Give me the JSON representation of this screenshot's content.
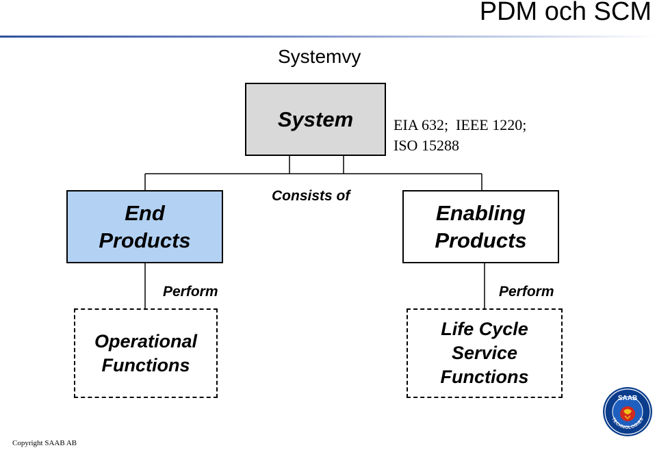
{
  "slide": {
    "title": "PDM och SCM",
    "subtitle": "Systemvy",
    "copyright": "Copyright SAAB AB"
  },
  "diagram": {
    "system": "System",
    "standards": "EIA 632;  IEEE 1220;\nISO 15288",
    "relation_consists": "Consists of",
    "end_products": "End\nProducts",
    "enabling_products": "Enabling\nProducts",
    "perform_left": "Perform",
    "perform_right": "Perform",
    "operational_functions": "Operational\nFunctions",
    "lifecycle_functions": "Life Cycle\nService\nFunctions"
  },
  "logo": {
    "text": "SAAB",
    "ring_text": "TECHNOLOGIES",
    "colors": {
      "blue": "#0b3d8c",
      "red": "#d42a1e",
      "yellow": "#f1c21b"
    }
  }
}
